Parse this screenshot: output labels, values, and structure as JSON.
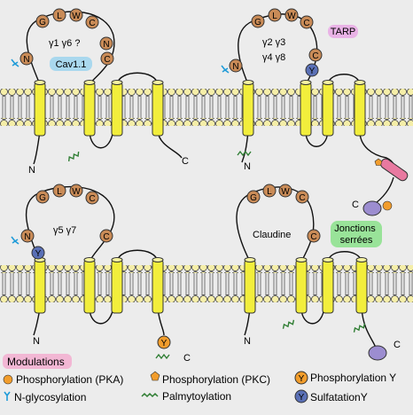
{
  "panels": [
    {
      "loop_residues": [
        "G",
        "L",
        "W",
        "C",
        "N",
        "C"
      ],
      "n_label": "N",
      "c_label": "C",
      "subunits": [
        "γ1 γ6 ?"
      ],
      "badge": "Cav1.1"
    },
    {
      "loop_residues": [
        "G",
        "L",
        "W",
        "C",
        "C"
      ],
      "n_label": "N",
      "c_label": "C",
      "subunits": [
        "γ2 γ3",
        "γ4 γ8"
      ],
      "badge": "TARP",
      "sulfation_residue": "Y"
    },
    {
      "loop_residues": [
        "G",
        "L",
        "W",
        "C",
        "N",
        "C"
      ],
      "n_label": "N",
      "c_label": "C",
      "subunits": [
        "γ5 γ7"
      ],
      "sulfation_residue": "Y",
      "phospho_residue": "Y"
    },
    {
      "loop_residues": [
        "G",
        "L",
        "W",
        "C",
        "C"
      ],
      "n_label": "N",
      "c_label": "C",
      "subunits": [
        "Claudine"
      ],
      "badge": "Jonctions\nserrées"
    }
  ],
  "legend": {
    "title": "Modulations",
    "items": [
      {
        "label": "Phosphorylation (PKA)",
        "icon": "orange-circle-icon"
      },
      {
        "label": "Phosphorylation (PKC)",
        "icon": "orange-pentagon-icon"
      },
      {
        "label": "Phosphorylation Y",
        "icon": "orange-circle-y-icon",
        "symbol": "Y"
      },
      {
        "label": "N-glycosylation",
        "icon": "glycosylation-fork-icon"
      },
      {
        "label": "Palmytoylation",
        "icon": "zigzag-icon"
      },
      {
        "label": "SulfatationY",
        "icon": "blue-circle-y-icon",
        "symbol": "Y"
      }
    ]
  },
  "colors": {
    "residue": "#c98b57",
    "helix": "#f2ee3c",
    "lipid_head": "#f5eea8",
    "cav_badge": "#a9d8ee",
    "tarp_badge": "#e9b3e6",
    "junction_badge": "#99e399",
    "modulation_badge": "#f2b7d4",
    "phospho": "#f29d2c",
    "sulfation": "#5a70b6",
    "palmitoyl": "#2e7d32",
    "glyco": "#1f9bd8"
  }
}
